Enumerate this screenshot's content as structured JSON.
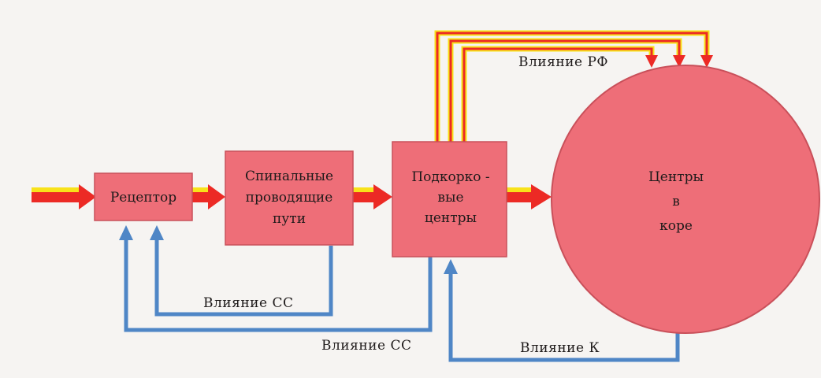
{
  "diagram": {
    "nodes": {
      "receptor": "Рецептор",
      "spinal": [
        "Спинальные",
        "проводящие",
        "пути"
      ],
      "subcortical": [
        "Подкорко -",
        "вые",
        "центры"
      ],
      "cortex": [
        "Центры",
        "в",
        "коре"
      ]
    },
    "edge_labels": {
      "rf": "Влияние РФ",
      "cc_inner": "Влияние СС",
      "cc_outer": "Влияние СС",
      "k": "Влияние К"
    }
  },
  "colors": {
    "background": "#f6f4f2",
    "node_fill": "#ee6e78",
    "node_stroke": "#c9505a",
    "red_pathway": "#ec2a25",
    "yellow_pathway": "#f8e21a",
    "blue_feedback": "#4f86c6"
  }
}
